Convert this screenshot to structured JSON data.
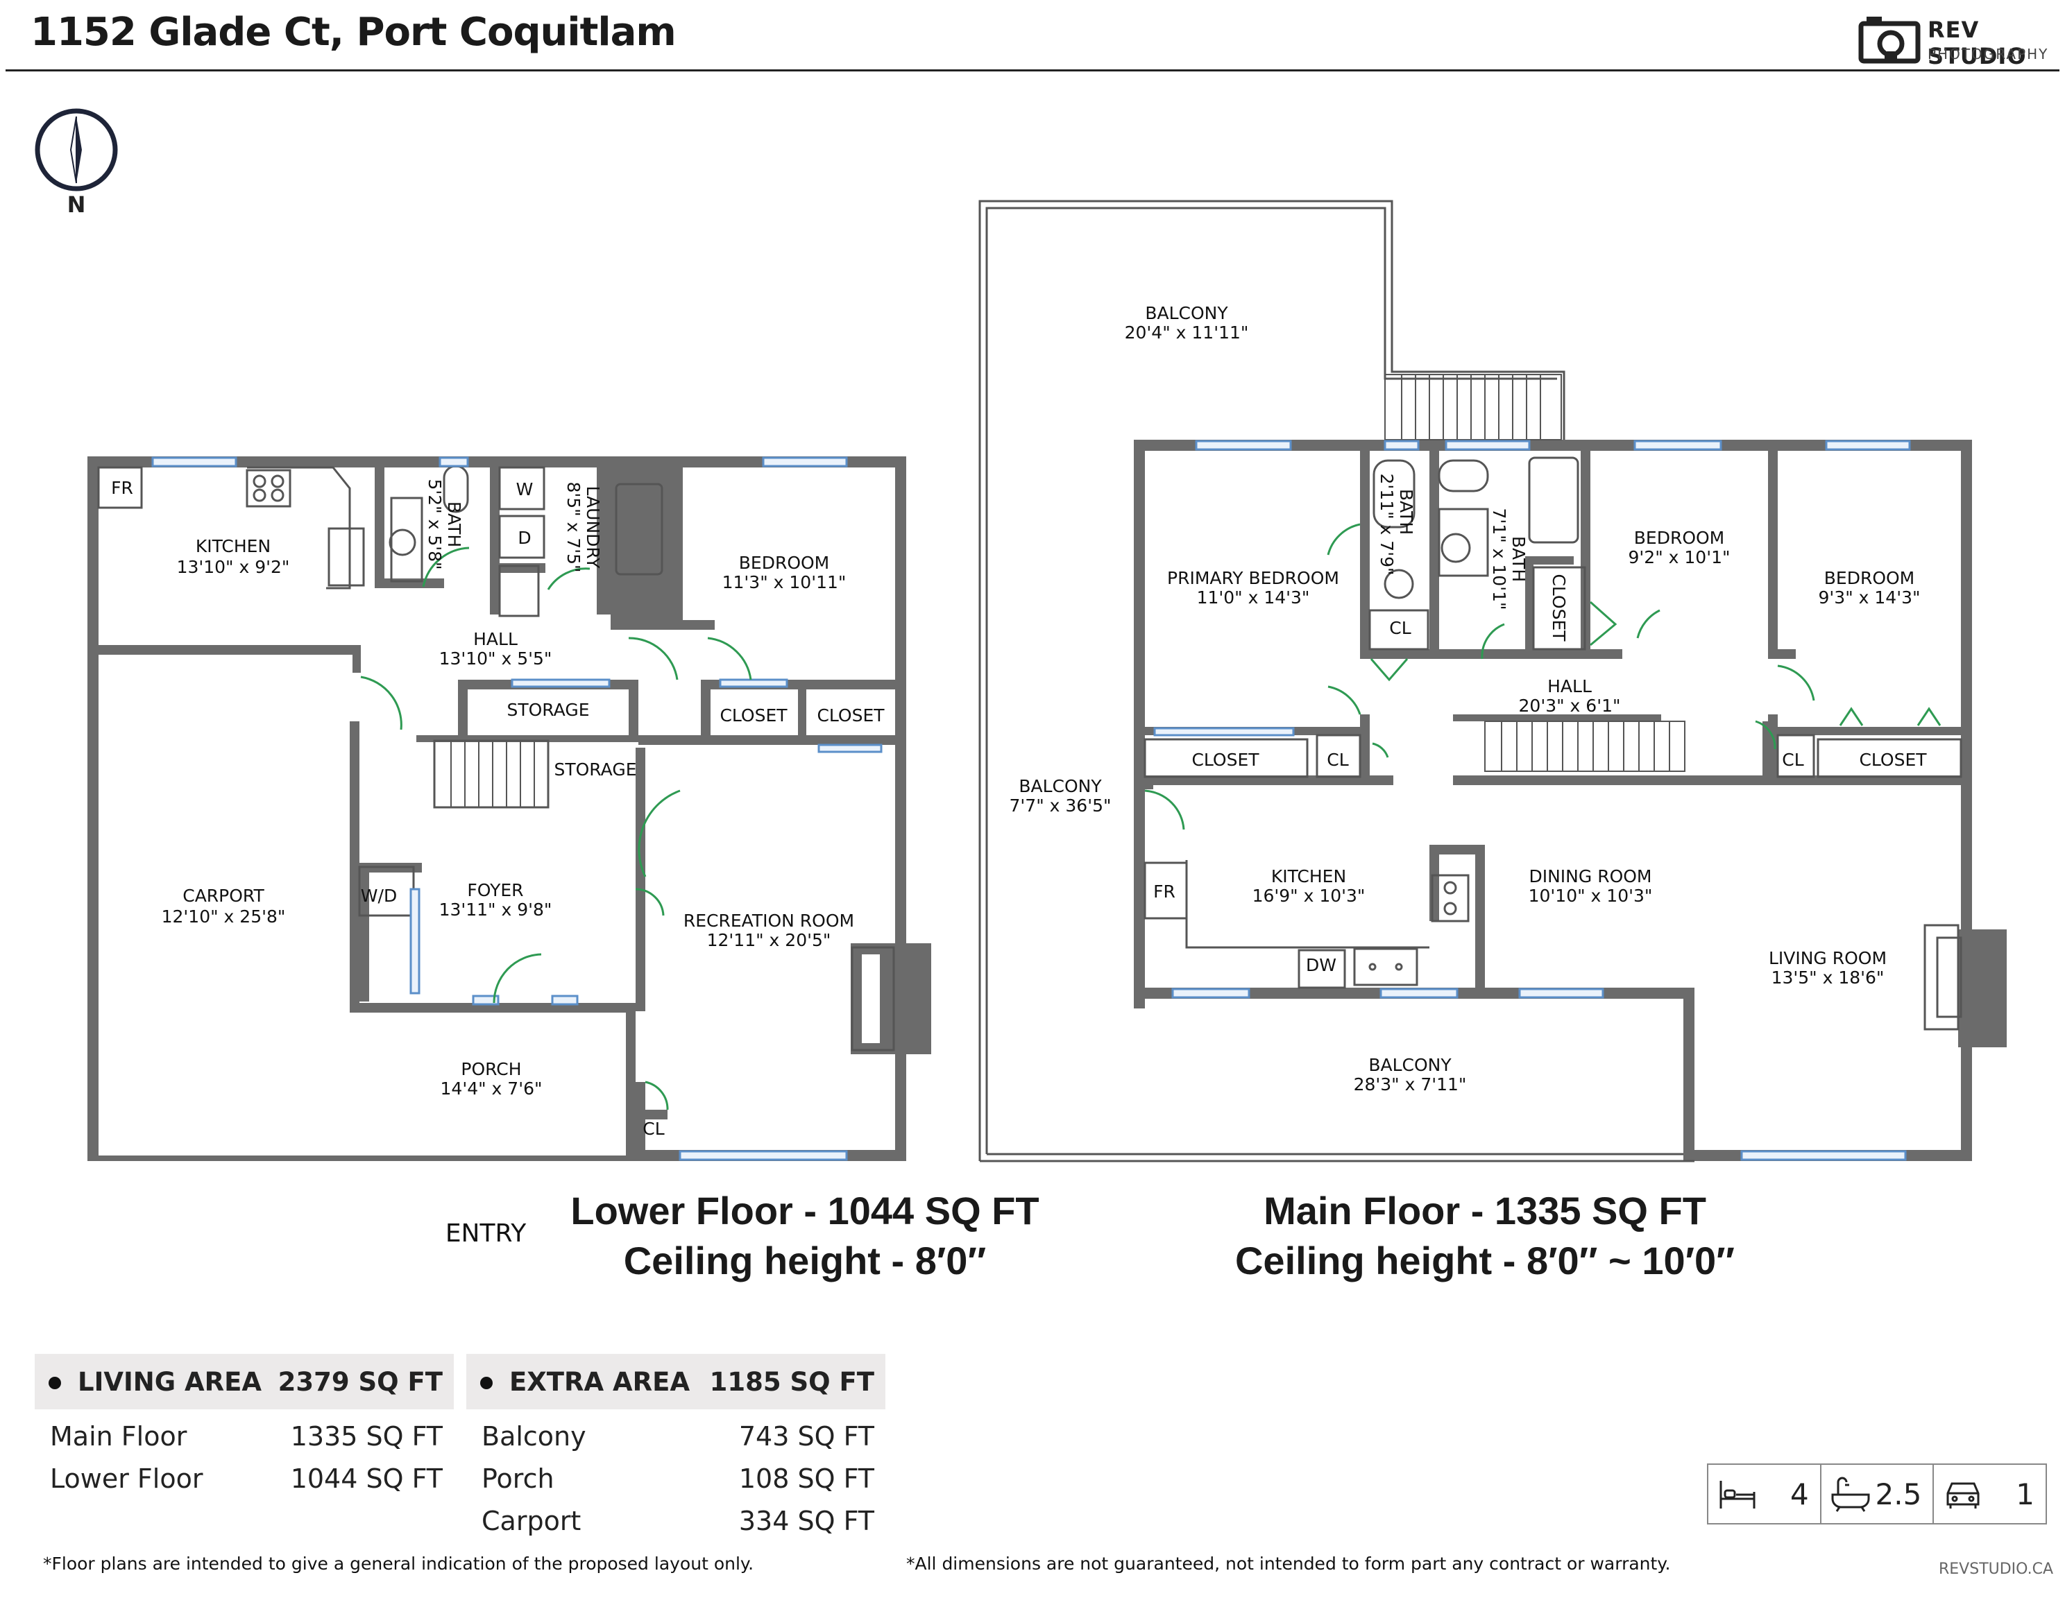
{
  "header": {
    "title": "1152 Glade Ct, Port Coquitlam"
  },
  "logo": {
    "line1": "REV STUDIO",
    "line2": "PHOTOGRAPHY"
  },
  "compass": {
    "label": "N"
  },
  "lower_floor": {
    "title": "Lower Floor - 1044 SQ FT",
    "ceiling": "Ceiling height - 8′0″",
    "rooms": {
      "kitchen": {
        "name": "KITCHEN",
        "dim": "13'10\" x 9'2\""
      },
      "bath": {
        "name": "BATH",
        "dim": "5'2\" x 5'8\""
      },
      "laundry": {
        "name": "LAUNDRY",
        "dim": "8'5\" x 7'5\""
      },
      "bedroom": {
        "name": "BEDROOM",
        "dim": "11'3\" x 10'11\""
      },
      "hall": {
        "name": "HALL",
        "dim": "13'10\" x 5'5\""
      },
      "storage1": {
        "name": "STORAGE"
      },
      "storage2": {
        "name": "STORAGE"
      },
      "closet1": {
        "name": "CLOSET"
      },
      "closet2": {
        "name": "CLOSET"
      },
      "carport": {
        "name": "CARPORT",
        "dim": "12'10\" x 25'8\""
      },
      "foyer": {
        "name": "FOYER",
        "dim": "13'11\" x 9'8\""
      },
      "rec": {
        "name": "RECREATION ROOM",
        "dim": "12'11\" x 20'5\""
      },
      "porch": {
        "name": "PORCH",
        "dim": "14'4\" x 7'6\""
      },
      "fr": "FR",
      "w": "W",
      "d": "D",
      "wd": "W/D",
      "cl": "CL"
    },
    "entry": "ENTRY"
  },
  "main_floor": {
    "title": "Main Floor - 1335 SQ FT",
    "ceiling": "Ceiling height - 8′0″ ~ 10′0″",
    "rooms": {
      "balcony_top": {
        "name": "BALCONY",
        "dim": "20'4\" x 11'11\""
      },
      "balcony_side": {
        "name": "BALCONY",
        "dim": "7'7\" x 36'5\""
      },
      "balcony_bottom": {
        "name": "BALCONY",
        "dim": "28'3\" x 7'11\""
      },
      "primary": {
        "name": "PRIMARY BEDROOM",
        "dim": "11'0\" x 14'3\""
      },
      "bath1": {
        "name": "BATH",
        "dim": "2'11\" x 7'9\""
      },
      "bath2": {
        "name": "BATH",
        "dim": "7'1\" x 10'1\""
      },
      "closet_v": {
        "name": "CLOSET"
      },
      "bed2": {
        "name": "BEDROOM",
        "dim": "9'2\" x 10'1\""
      },
      "bed3": {
        "name": "BEDROOM",
        "dim": "9'3\" x 14'3\""
      },
      "hall": {
        "name": "HALL",
        "dim": "20'3\" x 6'1\""
      },
      "closet_a": {
        "name": "CLOSET"
      },
      "closet_b": {
        "name": "CLOSET"
      },
      "kitchen": {
        "name": "KITCHEN",
        "dim": "16'9\" x 10'3\""
      },
      "dining": {
        "name": "DINING ROOM",
        "dim": "10'10\" x 10'3\""
      },
      "living": {
        "name": "LIVING ROOM",
        "dim": "13'5\" x 18'6\""
      },
      "fr": "FR",
      "dw": "DW",
      "cl": "CL"
    }
  },
  "living_area": {
    "label": "LIVING AREA",
    "total": "2379 SQ FT",
    "rows": [
      {
        "name": "Main Floor",
        "value": "1335 SQ FT"
      },
      {
        "name": "Lower Floor",
        "value": "1044 SQ FT"
      }
    ]
  },
  "extra_area": {
    "label": "EXTRA AREA",
    "total": "1185 SQ FT",
    "rows": [
      {
        "name": "Balcony",
        "value": "743 SQ FT"
      },
      {
        "name": "Porch",
        "value": "108 SQ FT"
      },
      {
        "name": "Carport",
        "value": "334 SQ FT"
      }
    ]
  },
  "specs": {
    "beds": "4",
    "baths": "2.5",
    "parking": "1",
    "icons": [
      "bed-icon",
      "bathtub-icon",
      "car-icon"
    ]
  },
  "footer": {
    "left": "*Floor plans are intended to give a general indication of the proposed layout only.",
    "right": "*All dimensions are not guaranteed, not intended to form part any contract or warranty.",
    "site": "REVSTUDIO.CA"
  },
  "colors": {
    "wall": "#6b6b6b",
    "window": "#5b8fc9",
    "door": "#2e9a52",
    "entry": "#e00000",
    "table_header": "#eceaea"
  }
}
